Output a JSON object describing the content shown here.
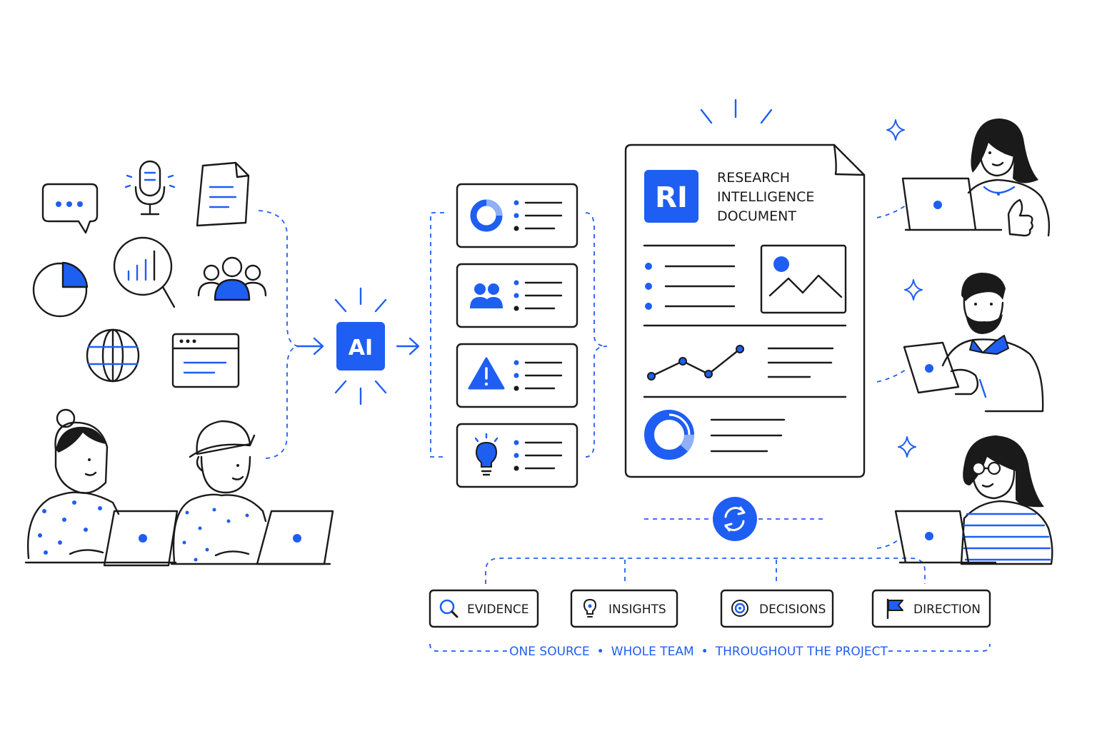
{
  "colors": {
    "accent": "#1f5ef2",
    "ink": "#1a1a1a",
    "background": "#ffffff"
  },
  "ai_node": {
    "label": "AI"
  },
  "document": {
    "badge": "RI",
    "title_lines": [
      "RESEARCH",
      "INTELLIGENCE",
      "DOCUMENT"
    ]
  },
  "sources": [
    {
      "icon": "chat-bubble-icon"
    },
    {
      "icon": "microphone-icon"
    },
    {
      "icon": "document-icon"
    },
    {
      "icon": "pie-chart-icon"
    },
    {
      "icon": "bar-chart-magnifier-icon"
    },
    {
      "icon": "group-icon"
    },
    {
      "icon": "globe-icon"
    },
    {
      "icon": "browser-window-icon"
    }
  ],
  "summary_cards": [
    {
      "icon": "donut-chart-icon"
    },
    {
      "icon": "people-icon"
    },
    {
      "icon": "warning-icon"
    },
    {
      "icon": "lightbulb-icon"
    }
  ],
  "outcomes": [
    {
      "label": "EVIDENCE",
      "icon": "search-icon"
    },
    {
      "label": "INSIGHTS",
      "icon": "lightbulb-icon"
    },
    {
      "label": "DECISIONS",
      "icon": "target-icon"
    },
    {
      "label": "DIRECTION",
      "icon": "flag-icon"
    }
  ],
  "tagline": {
    "parts": [
      "ONE SOURCE",
      "WHOLE TEAM",
      "THROUGHOUT THE PROJECT"
    ],
    "separator": "•"
  },
  "sync": {
    "icon": "sync-icon"
  }
}
